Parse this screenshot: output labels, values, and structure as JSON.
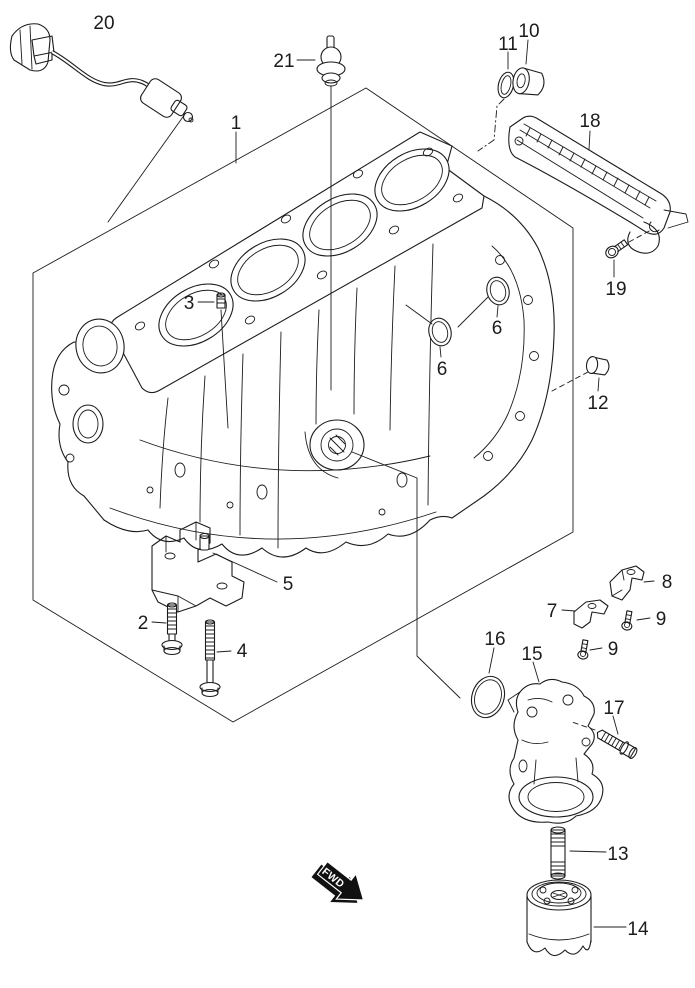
{
  "diagram": {
    "background_color": "#ffffff",
    "line_color": "#1c1c1c",
    "fwd_marker": {
      "label": "FWD"
    },
    "callouts": [
      {
        "label": "20"
      },
      {
        "label": "21"
      },
      {
        "label": "1"
      },
      {
        "label": "10"
      },
      {
        "label": "11"
      },
      {
        "label": "18"
      },
      {
        "label": "19"
      },
      {
        "label": "3"
      },
      {
        "label": "6"
      },
      {
        "label": "6"
      },
      {
        "label": "12"
      },
      {
        "label": "5"
      },
      {
        "label": "2"
      },
      {
        "label": "4"
      },
      {
        "label": "8"
      },
      {
        "label": "7"
      },
      {
        "label": "9"
      },
      {
        "label": "9"
      },
      {
        "label": "16"
      },
      {
        "label": "15"
      },
      {
        "label": "17"
      },
      {
        "label": "13"
      },
      {
        "label": "14"
      }
    ]
  }
}
